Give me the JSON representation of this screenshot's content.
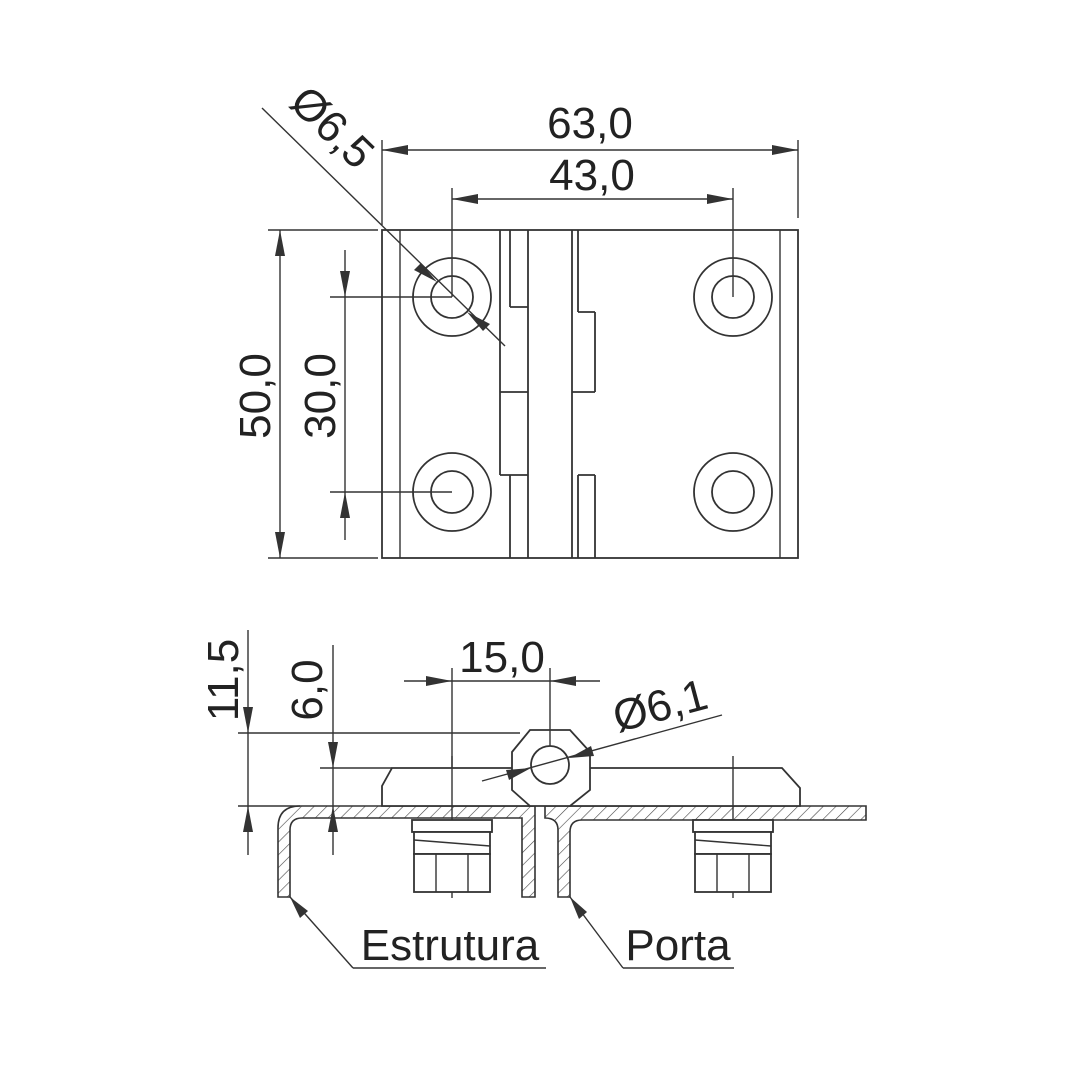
{
  "top_view": {
    "dimensions": {
      "overall_width": "63,0",
      "hole_spacing_x": "43,0",
      "overall_height": "50,0",
      "hole_spacing_y": "30,0",
      "hole_diameter": "Ø6,5"
    }
  },
  "side_view": {
    "dimensions": {
      "total_height": "11,5",
      "leaf_height": "6,0",
      "pin_offset": "15,0",
      "pin_diameter": "Ø6,1"
    },
    "labels": {
      "frame": "Estrutura",
      "door": "Porta"
    }
  }
}
